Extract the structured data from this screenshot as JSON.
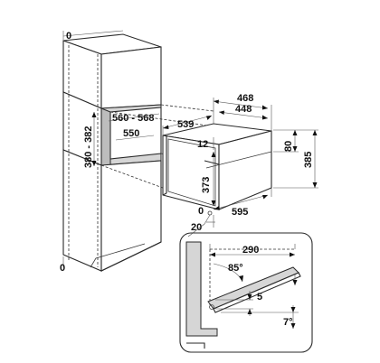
{
  "labels": {
    "top_zero": "0",
    "bottom_zero": "0",
    "niche_width": "560 - 568",
    "niche_depth": "550",
    "niche_height": "380 - 382",
    "oven_depth_outer": "468",
    "oven_depth_inner": "448",
    "oven_top_depth": "539",
    "oven_top_gap": "12",
    "oven_front_height": "373",
    "oven_right_top": "80",
    "oven_total_height": "385",
    "oven_width": "595",
    "oven_zero": "0",
    "oven_offset": "20",
    "door_depth": "290",
    "door_angle": "85°",
    "door_gap": "5",
    "door_tilt": "7°"
  }
}
